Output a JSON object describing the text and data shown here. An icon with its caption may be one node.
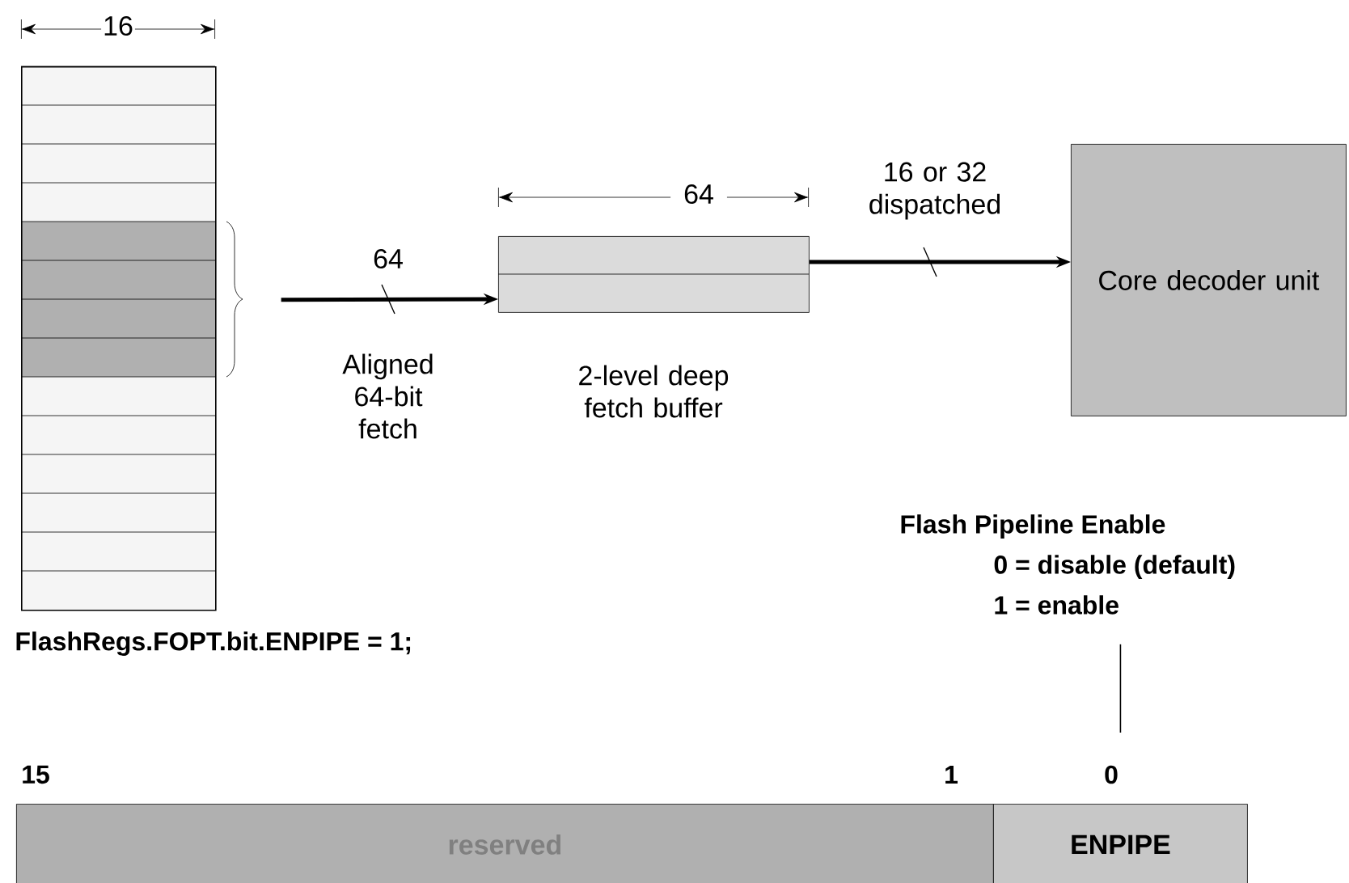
{
  "diagram": {
    "nodes": [
      {
        "text": [],
        "shape": "box"
      },
      {
        "text": [
          "2-level deep fetch buffer"
        ]
      },
      {
        "text": [
          "Core decoder unit"
        ]
      },
      {
        "text": [
          "Flash Pipeline Enable",
          "0 = disable (default)",
          "1 = enable"
        ]
      },
      {
        "text": [
          "reserved"
        ]
      },
      {
        "text": [
          "ENPIPE"
        ]
      }
    ],
    "edges": [
      {
        "from": 0,
        "to": 1,
        "arrow": "to",
        "label": "64"
      },
      {
        "from": 1,
        "to": 2,
        "arrow": "to",
        "label": "16 or 32 dispatched"
      },
      {
        "from": 3,
        "to": 5,
        "arrow": "none"
      }
    ],
    "labels": [
      "16",
      "64",
      "Aligned 64-bit fetch",
      "FlashRegs.FOPT.bit.ENPIPE = 1;",
      "15",
      "1",
      "0"
    ]
  }
}
